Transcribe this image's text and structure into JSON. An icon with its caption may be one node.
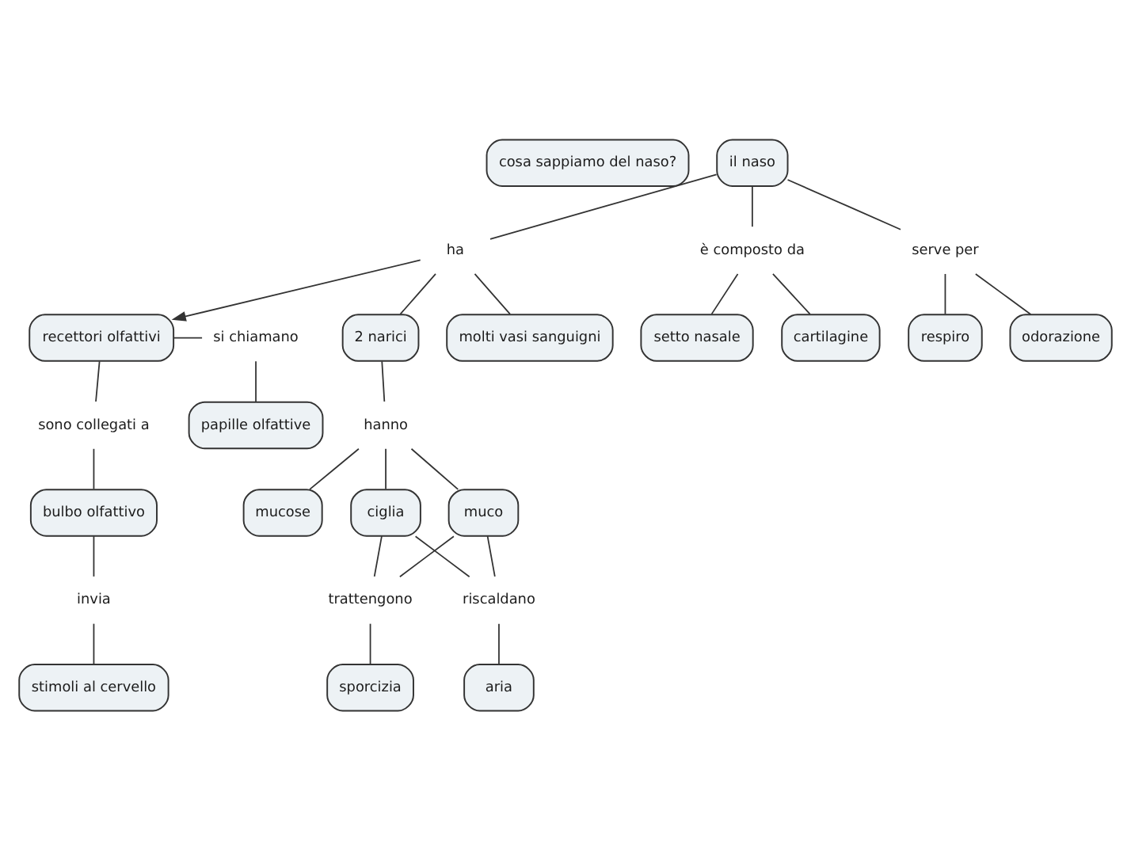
{
  "diagram": {
    "nodes": [
      {
        "text": [
          "cosa sappiamo del naso?"
        ]
      },
      {
        "text": [
          "il naso"
        ]
      },
      {
        "text": [
          "ha"
        ]
      },
      {
        "text": [
          "recettori olfattivi"
        ]
      },
      {
        "text": [
          "si chiamano"
        ]
      },
      {
        "text": [
          "2 narici"
        ]
      },
      {
        "text": [
          "è composto da"
        ]
      },
      {
        "text": [
          "serve per"
        ]
      },
      {
        "text": [
          "molti vasi sanguigni"
        ]
      },
      {
        "text": [
          "papille olfattive"
        ]
      },
      {
        "text": [
          "respiro"
        ]
      },
      {
        "text": [
          "odorazione"
        ]
      },
      {
        "text": [
          "sono collegati a"
        ]
      },
      {
        "text": [
          "hanno"
        ]
      },
      {
        "text": [
          "bulbo olfattivo"
        ]
      },
      {
        "text": [
          "setto nasale"
        ]
      },
      {
        "text": [
          "cartilagine"
        ]
      },
      {
        "text": [
          "mucose"
        ]
      },
      {
        "text": [
          "ciglia"
        ]
      },
      {
        "text": [
          "muco"
        ]
      },
      {
        "text": [
          "invia"
        ]
      },
      {
        "text": [
          "riscaldano"
        ]
      },
      {
        "text": [
          "trattengono"
        ]
      },
      {
        "text": [
          "stimoli al cervello"
        ]
      },
      {
        "text": [
          "aria"
        ]
      },
      {
        "text": [
          "sporcizia"
        ]
      }
    ],
    "edges": [
      {
        "from": 1,
        "to": 2,
        "arrow": "none"
      },
      {
        "from": 2,
        "to": 3,
        "arrow": "to"
      },
      {
        "from": 2,
        "to": 5,
        "arrow": "none"
      },
      {
        "from": 2,
        "to": 8,
        "arrow": "none"
      },
      {
        "from": 1,
        "to": 6,
        "arrow": "none"
      },
      {
        "from": 6,
        "to": 15,
        "arrow": "none"
      },
      {
        "from": 6,
        "to": 16,
        "arrow": "none"
      },
      {
        "from": 1,
        "to": 7,
        "arrow": "none"
      },
      {
        "from": 7,
        "to": 10,
        "arrow": "none"
      },
      {
        "from": 7,
        "to": 11,
        "arrow": "none"
      },
      {
        "from": 3,
        "to": 4,
        "arrow": "none"
      },
      {
        "from": 4,
        "to": 9,
        "arrow": "none"
      },
      {
        "from": 3,
        "to": 12,
        "arrow": "none"
      },
      {
        "from": 12,
        "to": 14,
        "arrow": "none"
      },
      {
        "from": 14,
        "to": 20,
        "arrow": "none"
      },
      {
        "from": 20,
        "to": 23,
        "arrow": "none"
      },
      {
        "from": 5,
        "to": 13,
        "arrow": "none"
      },
      {
        "from": 13,
        "to": 17,
        "arrow": "none"
      },
      {
        "from": 13,
        "to": 18,
        "arrow": "none"
      },
      {
        "from": 13,
        "to": 19,
        "arrow": "none"
      },
      {
        "from": 18,
        "to": 21,
        "arrow": "none"
      },
      {
        "from": 19,
        "to": 21,
        "arrow": "none"
      },
      {
        "from": 21,
        "to": 24,
        "arrow": "none"
      },
      {
        "from": 18,
        "to": 22,
        "arrow": "none"
      },
      {
        "from": 19,
        "to": 22,
        "arrow": "none"
      },
      {
        "from": 22,
        "to": 25,
        "arrow": "none"
      }
    ]
  }
}
